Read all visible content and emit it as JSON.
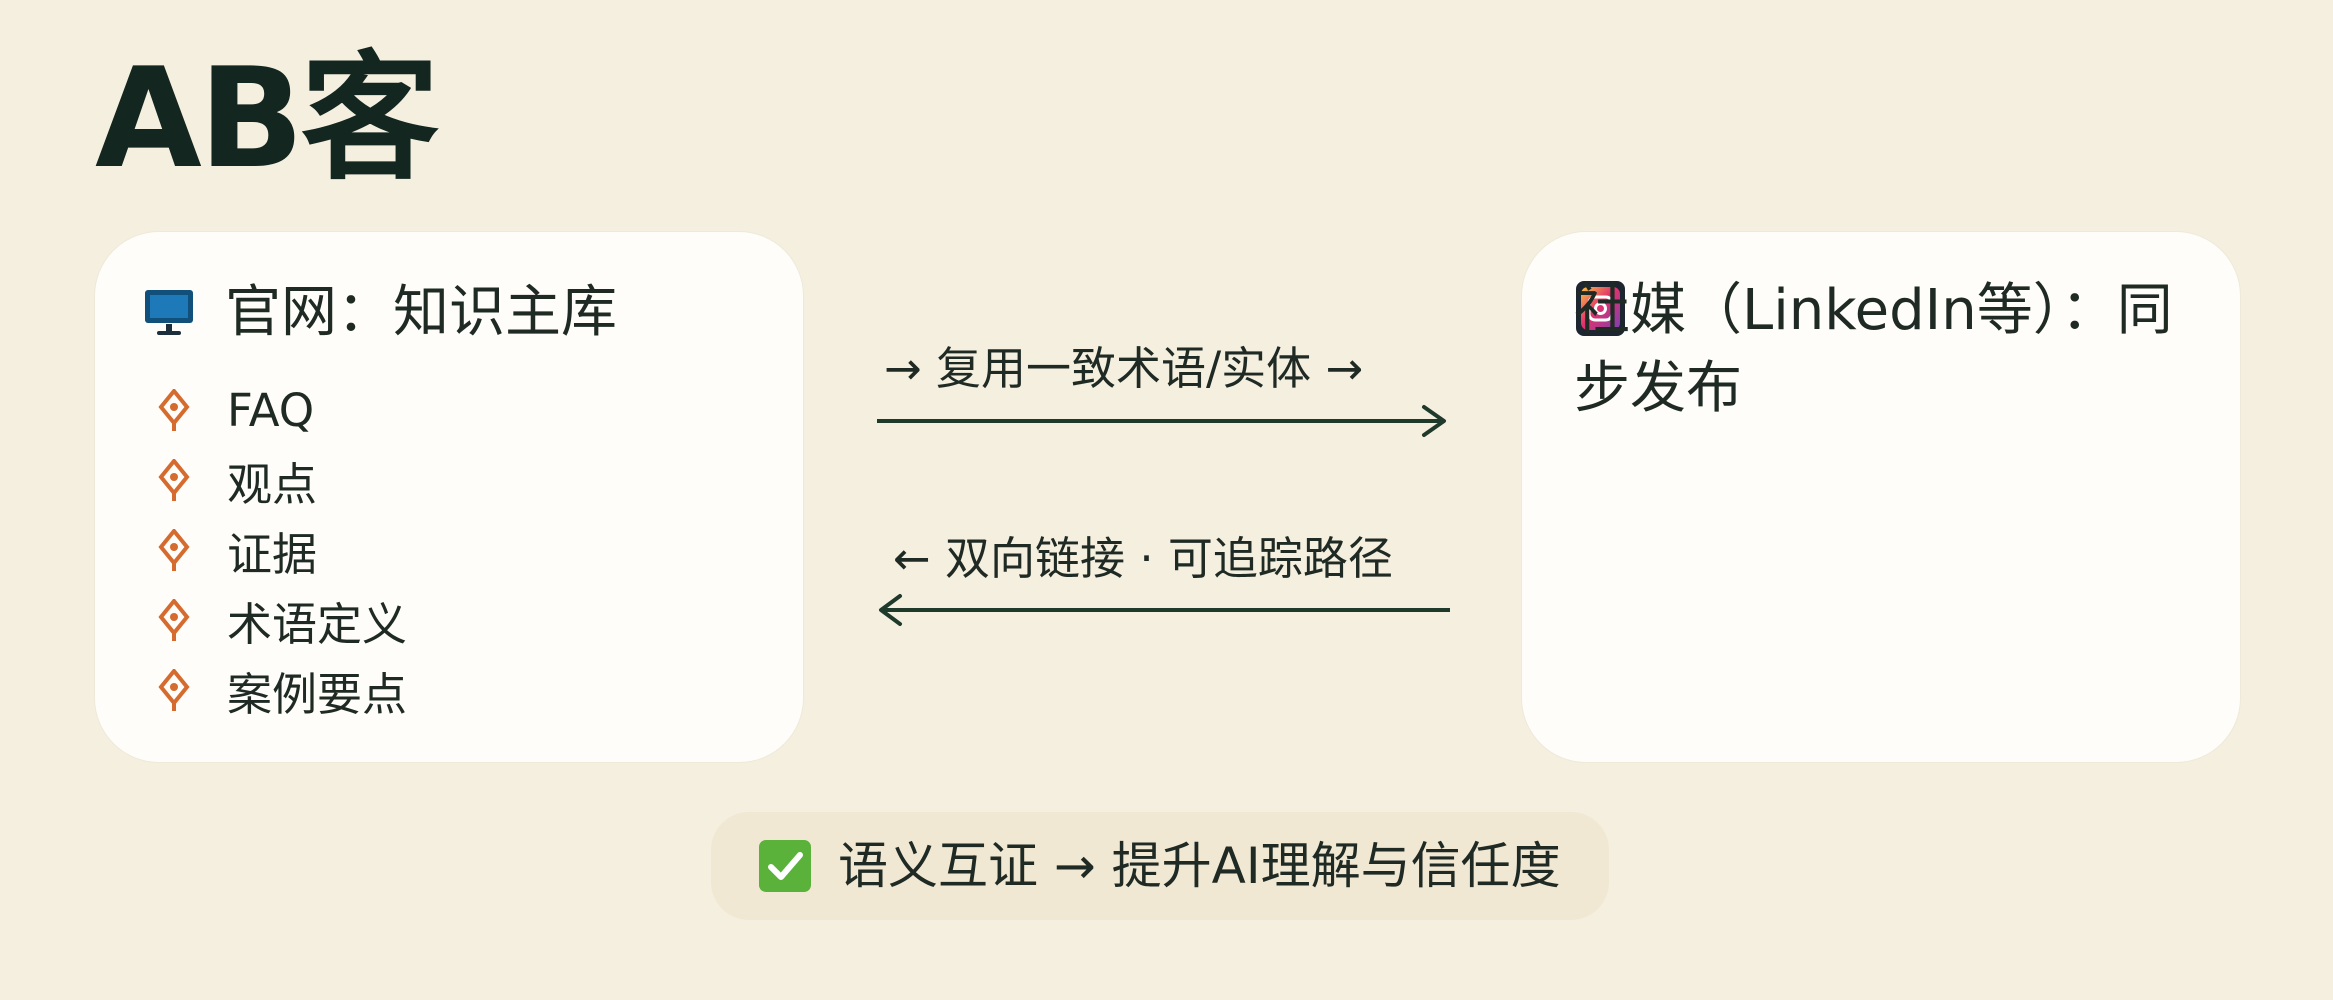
{
  "brand": {
    "title": "AB客"
  },
  "website": {
    "title": "官网：知识主库",
    "icon": "monitor-icon",
    "items": [
      {
        "label": "FAQ",
        "icon": "diamond-marker-icon"
      },
      {
        "label": "观点",
        "icon": "diamond-marker-icon"
      },
      {
        "label": "证据",
        "icon": "diamond-marker-icon"
      },
      {
        "label": "术语定义",
        "icon": "diamond-marker-icon"
      },
      {
        "label": "案例要点",
        "icon": "diamond-marker-icon"
      }
    ]
  },
  "social": {
    "title": "社媒（LinkedIn等）：同步发布",
    "icon": "instagram-icon"
  },
  "flows": {
    "forward_label": "→ 复用一致术语/实体 →",
    "backward_label": "← 双向链接 · 可追踪路径"
  },
  "summary": {
    "text": "语义互证 → 提升AI理解与信任度",
    "icon": "check-icon"
  },
  "colors": {
    "background": "#f5efdf",
    "card": "#fefdf9",
    "accent_orange": "#d56b2e",
    "arrow_green": "#1f3a2b",
    "check_green": "#5ab23a"
  }
}
